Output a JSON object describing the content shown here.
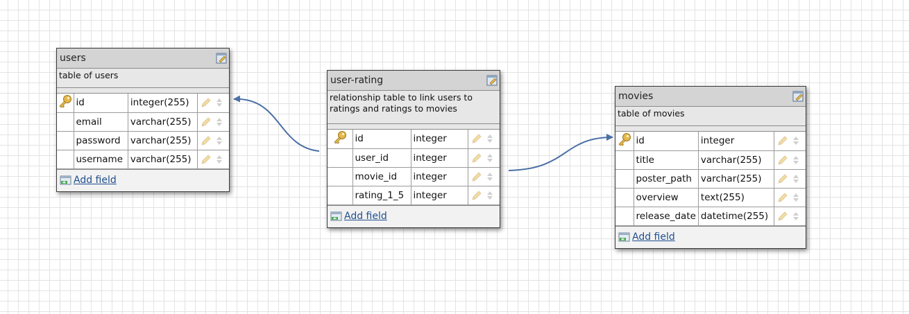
{
  "tables": [
    {
      "id": "users",
      "name": "users",
      "description": "table of users",
      "fields": [
        {
          "name": "id",
          "type": "integer(255)",
          "primary_key": true
        },
        {
          "name": "email",
          "type": "varchar(255)",
          "primary_key": false
        },
        {
          "name": "password",
          "type": "varchar(255)",
          "primary_key": false
        },
        {
          "name": "username",
          "type": "varchar(255)",
          "primary_key": false
        }
      ],
      "add_field_label": "Add field"
    },
    {
      "id": "user-rating",
      "name": "user-rating",
      "description": "relationship table to link users to ratings and ratings to movies",
      "fields": [
        {
          "name": "id",
          "type": "integer",
          "primary_key": true
        },
        {
          "name": "user_id",
          "type": "integer",
          "primary_key": false
        },
        {
          "name": "movie_id",
          "type": "integer",
          "primary_key": false
        },
        {
          "name": "rating_1_5",
          "type": "integer",
          "primary_key": false
        }
      ],
      "add_field_label": "Add field"
    },
    {
      "id": "movies",
      "name": "movies",
      "description": "table of movies",
      "fields": [
        {
          "name": "id",
          "type": "integer",
          "primary_key": true
        },
        {
          "name": "title",
          "type": "varchar(255)",
          "primary_key": false
        },
        {
          "name": "poster_path",
          "type": "varchar(255)",
          "primary_key": false
        },
        {
          "name": "overview",
          "type": "text(255)",
          "primary_key": false
        },
        {
          "name": "release_date",
          "type": "datetime(255)",
          "primary_key": false
        }
      ],
      "add_field_label": "Add field"
    }
  ],
  "relations": [
    {
      "from": "user-rating.user_id",
      "to": "users.id"
    },
    {
      "from": "user-rating.movie_id",
      "to": "movies.id"
    }
  ],
  "colors": {
    "connector": "#4a6fa5",
    "link": "#1f4f8f",
    "key": "#e0b84a"
  },
  "icons": {
    "edit": "edit-table-icon",
    "key": "primary-key-icon",
    "pencil": "edit-field-pencil-icon",
    "reorder": "reorder-arrows-icon",
    "add": "add-field-icon"
  }
}
